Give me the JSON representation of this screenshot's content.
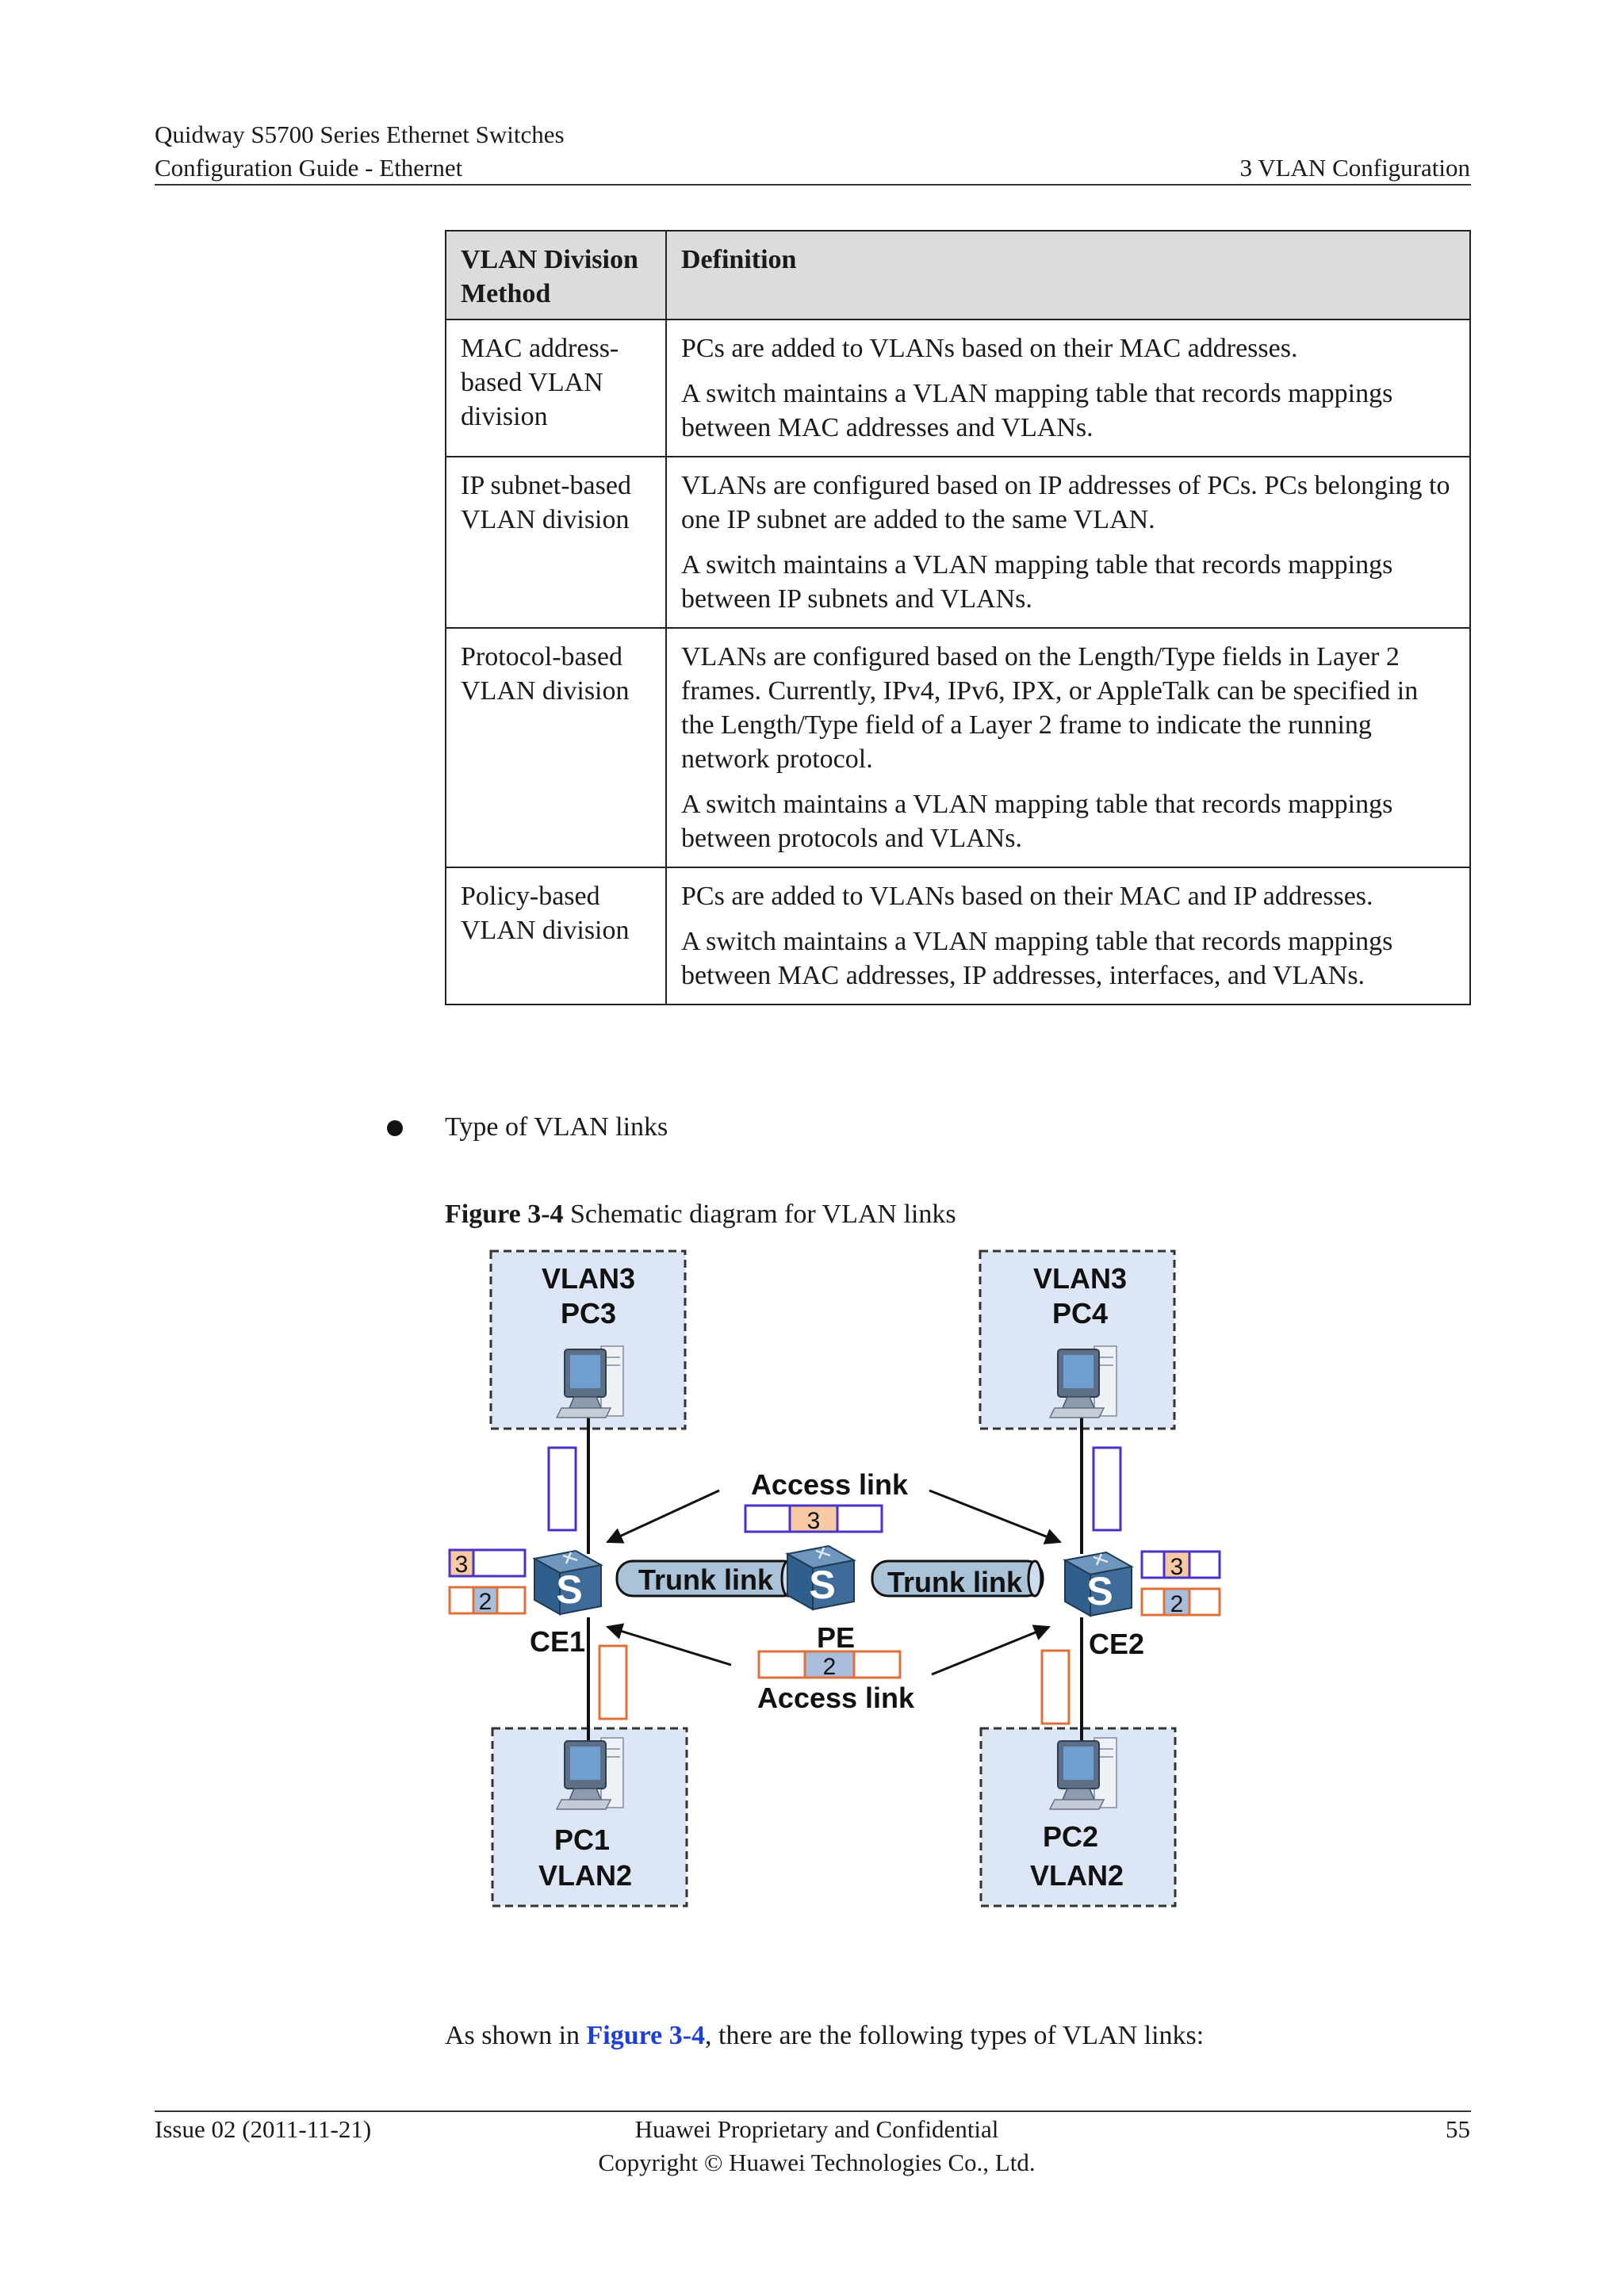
{
  "header": {
    "product": "Quidway S5700 Series Ethernet Switches",
    "guide": "Configuration Guide - Ethernet",
    "chapter": "3 VLAN Configuration"
  },
  "table": {
    "col1_header": "VLAN Division Method",
    "col2_header": "Definition",
    "rows": [
      {
        "method": "MAC address-based VLAN division",
        "definitions": [
          "PCs are added to VLANs based on their MAC addresses.",
          "A switch maintains a VLAN mapping table that records mappings between MAC addresses and VLANs."
        ]
      },
      {
        "method": "IP subnet-based VLAN division",
        "definitions": [
          "VLANs are configured based on IP addresses of PCs. PCs belonging to one IP subnet are added to the same VLAN.",
          "A switch maintains a VLAN mapping table that records mappings between IP subnets and VLANs."
        ]
      },
      {
        "method": "Protocol-based VLAN division",
        "definitions": [
          "VLANs are configured based on the Length/Type fields in Layer 2 frames. Currently, IPv4, IPv6, IPX, or AppleTalk can be specified in the Length/Type field of a Layer 2 frame to indicate the running network protocol.",
          "A switch maintains a VLAN mapping table that records mappings between protocols and VLANs."
        ]
      },
      {
        "method": "Policy-based VLAN division",
        "definitions": [
          "PCs are added to VLANs based on their MAC and IP addresses.",
          "A switch maintains a VLAN mapping table that records mappings between MAC addresses, IP addresses, interfaces, and VLANs."
        ]
      }
    ]
  },
  "bullet": {
    "text": "Type of VLAN links"
  },
  "figure": {
    "caption_label": "Figure 3-4",
    "caption_text": " Schematic diagram for VLAN links",
    "boxes": {
      "top_left": {
        "vlan": "VLAN3",
        "pc": "PC3"
      },
      "top_right": {
        "vlan": "VLAN3",
        "pc": "PC4"
      },
      "bottom_left": {
        "pc": "PC1",
        "vlan": "VLAN2"
      },
      "bottom_right": {
        "pc": "PC2",
        "vlan": "VLAN2"
      }
    },
    "switch_glyph": "S",
    "labels": {
      "access_link_top": "Access link",
      "access_link_bottom": "Access link",
      "trunk_left": "Trunk link",
      "trunk_right": "Trunk link",
      "ce1": "CE1",
      "pe": "PE",
      "ce2": "CE2"
    },
    "tags": {
      "vlan3": "3",
      "vlan2": "2"
    },
    "colors": {
      "box_fill": "#dde6f4",
      "vlan3_tag": "#f7c9a5",
      "vlan2_tag": "#a9bedd",
      "vlan3_frame": "#4a34c8",
      "vlan2_frame": "#e0703a",
      "switch_blue": "#3f6b98",
      "trunk_fill": "#aac3d9"
    }
  },
  "after_text": {
    "prefix": "As shown in ",
    "link": "Figure 3-4",
    "suffix": ", there are the following types of VLAN links:"
  },
  "footer": {
    "issue": "Issue 02 (2011-11-21)",
    "confidential": "Huawei Proprietary and Confidential",
    "copyright": "Copyright © Huawei Technologies Co., Ltd.",
    "page_number": "55"
  }
}
